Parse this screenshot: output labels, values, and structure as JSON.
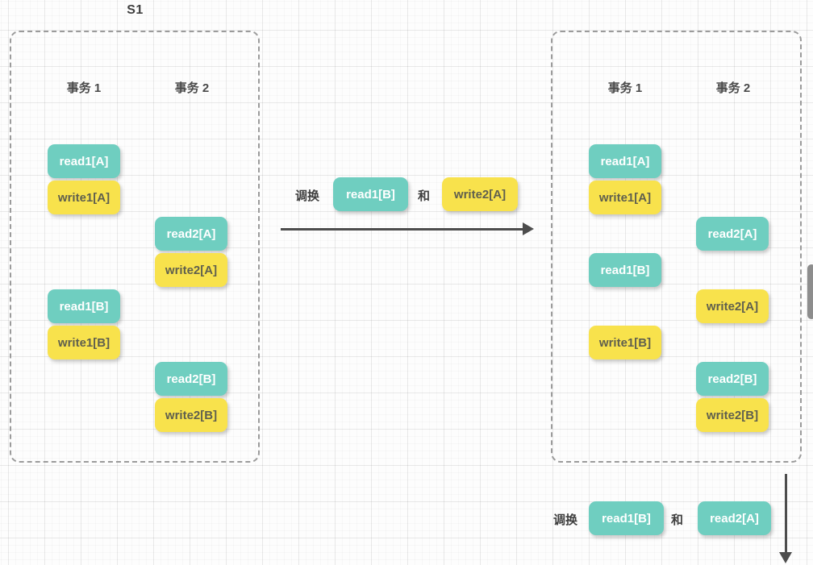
{
  "schedule_label": "S1",
  "colors": {
    "read_bg": "#6fcec0",
    "read_text": "#ffffff",
    "write_bg": "#f8e24c",
    "write_text": "#5f5f4e",
    "arrow": "#4d4d4d"
  },
  "panels": {
    "left": {
      "columns": [
        "事务 1",
        "事务 2"
      ],
      "operations": [
        {
          "label": "read1[A]",
          "type": "read",
          "col": 1
        },
        {
          "label": "write1[A]",
          "type": "write",
          "col": 1
        },
        {
          "label": "read2[A]",
          "type": "read",
          "col": 2
        },
        {
          "label": "write2[A]",
          "type": "write",
          "col": 2
        },
        {
          "label": "read1[B]",
          "type": "read",
          "col": 1
        },
        {
          "label": "write1[B]",
          "type": "write",
          "col": 1
        },
        {
          "label": "read2[B]",
          "type": "read",
          "col": 2
        },
        {
          "label": "write2[B]",
          "type": "write",
          "col": 2
        }
      ]
    },
    "right": {
      "columns": [
        "事务 1",
        "事务 2"
      ],
      "operations": [
        {
          "label": "read1[A]",
          "type": "read",
          "col": 1
        },
        {
          "label": "write1[A]",
          "type": "write",
          "col": 1
        },
        {
          "label": "read2[A]",
          "type": "read",
          "col": 2
        },
        {
          "label": "read1[B]",
          "type": "read",
          "col": 1
        },
        {
          "label": "write2[A]",
          "type": "write",
          "col": 2
        },
        {
          "label": "write1[B]",
          "type": "write",
          "col": 1
        },
        {
          "label": "read2[B]",
          "type": "read",
          "col": 2
        },
        {
          "label": "write2[B]",
          "type": "write",
          "col": 2
        }
      ]
    }
  },
  "swaps": [
    {
      "action": "调换",
      "conj": "和",
      "first": {
        "label": "read1[B]",
        "type": "read"
      },
      "second": {
        "label": "write2[A]",
        "type": "write"
      }
    },
    {
      "action": "调换",
      "conj": "和",
      "first": {
        "label": "read1[B]",
        "type": "read"
      },
      "second": {
        "label": "read2[A]",
        "type": "read"
      }
    }
  ]
}
